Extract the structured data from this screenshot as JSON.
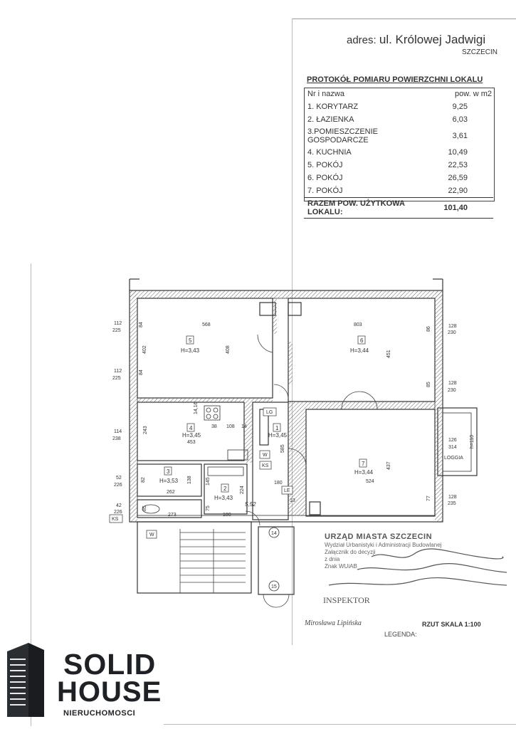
{
  "header": {
    "address_label": "adres:",
    "street": "ul. Królowej Jadwigi",
    "city": "SZCZECIN"
  },
  "protocol": {
    "title": "PROTOKÓŁ POMIARU POWIERZCHNI LOKALU",
    "col_name": "Nr i nazwa",
    "col_area": "pow. w m2",
    "rooms": [
      {
        "name": "1. KORYTARZ",
        "area": "9,25"
      },
      {
        "name": "2. ŁAZIENKA",
        "area": "6,03"
      },
      {
        "name": "3.POMIESZCZENIE GOSPODARCZE",
        "area": "3,61"
      },
      {
        "name": "4. KUCHNIA",
        "area": "10,49"
      },
      {
        "name": "5. POKÓJ",
        "area": "22,53"
      },
      {
        "name": "6. POKÓJ",
        "area": "26,59"
      },
      {
        "name": "7. POKÓJ",
        "area": "22,90"
      }
    ],
    "total_label": "RAZEM POW. UŻYTKOWA LOKALU:",
    "total_value": "101,40"
  },
  "plan": {
    "room5": {
      "num": "5",
      "h": "H=3,43"
    },
    "room6": {
      "num": "6",
      "h": "H=3,44"
    },
    "room4": {
      "num": "4",
      "h": "H=3,45"
    },
    "room1": {
      "num": "1",
      "h": "H=3,45"
    },
    "room3": {
      "num": "3",
      "h": "H=3,53"
    },
    "room2": {
      "num": "2",
      "h": "H=3,43"
    },
    "room7": {
      "num": "7",
      "h": "H=3,44"
    },
    "dims": {
      "d568": "568",
      "d803": "803",
      "d402": "402",
      "d408": "408",
      "d451": "451",
      "d453": "453",
      "d243": "243",
      "d585": "585",
      "d437": "437",
      "d524": "524",
      "d262": "262",
      "d138": "138",
      "d224": "224",
      "d180a": "180",
      "d180b": "180",
      "d273": "273",
      "d75": "75",
      "d145": "145",
      "d38": "38",
      "d108": "108",
      "d14": "14",
      "d14_16": "14,16",
      "d13": "13",
      "d82": "82",
      "d85": "85",
      "d84a": "84",
      "d84b": "84",
      "d86": "86",
      "d85b": "85",
      "d77": "77",
      "d5_52": "5,52"
    },
    "win_left": [
      {
        "a": "112",
        "b": "225"
      },
      {
        "a": "112",
        "b": "225"
      },
      {
        "a": "114",
        "b": "238"
      },
      {
        "a": "52",
        "b": "226"
      },
      {
        "a": "42",
        "b": "226"
      }
    ],
    "win_right": [
      {
        "a": "128",
        "b": "230"
      },
      {
        "a": "128",
        "b": "230"
      },
      {
        "a": "128",
        "b": "235"
      }
    ],
    "loggia": {
      "label": "LOGGIA",
      "w": "126",
      "d": "314",
      "h": "h=110"
    },
    "tags": {
      "lg": "LG",
      "w1": "W",
      "ks1": "KS",
      "le": "LE",
      "ks2": "KS",
      "w2": "W"
    },
    "stair_up": "14",
    "stair_down": "15"
  },
  "stamp": {
    "office": "URZĄD MIASTA SZCZECIN",
    "line1": "Wydział Urbanistyki i Administracji Budowlanej",
    "line2": "Załącznik do decyzji",
    "line3": "z dnia",
    "line4": "Znak WUiAB",
    "inspector": "INSPEKTOR",
    "signature": "Mirosława Lipińska"
  },
  "footer": {
    "scale": "RZUT  SKALA 1:100",
    "legend": "LEGENDA:"
  },
  "logo": {
    "line1": "SOLID",
    "line2": "HOUSE",
    "line3": "NIERUCHOMOSCI"
  }
}
